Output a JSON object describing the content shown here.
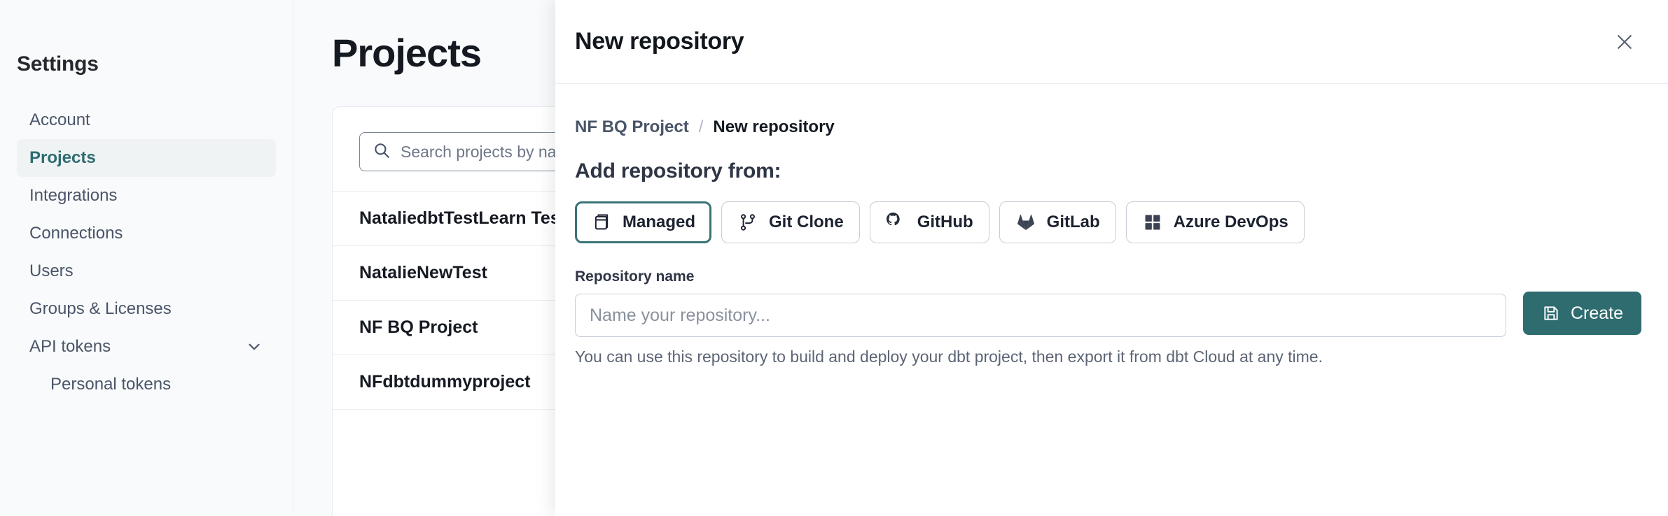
{
  "sidebar": {
    "title": "Settings",
    "items": [
      {
        "label": "Account",
        "active": false,
        "sub": false,
        "chevron": false
      },
      {
        "label": "Projects",
        "active": true,
        "sub": false,
        "chevron": false
      },
      {
        "label": "Integrations",
        "active": false,
        "sub": false,
        "chevron": false
      },
      {
        "label": "Connections",
        "active": false,
        "sub": false,
        "chevron": false
      },
      {
        "label": "Users",
        "active": false,
        "sub": false,
        "chevron": false
      },
      {
        "label": "Groups & Licenses",
        "active": false,
        "sub": false,
        "chevron": false
      },
      {
        "label": "API tokens",
        "active": false,
        "sub": false,
        "chevron": true
      },
      {
        "label": "Personal tokens",
        "active": false,
        "sub": true,
        "chevron": false
      }
    ]
  },
  "main": {
    "page_title": "Projects",
    "search": {
      "placeholder": "Search projects by name...",
      "icon": "search-icon"
    },
    "projects": [
      {
        "name": "NataliedbtTestLearn Test"
      },
      {
        "name": "NatalieNewTest"
      },
      {
        "name": "NF BQ Project"
      },
      {
        "name": "NFdbtdummyproject"
      }
    ]
  },
  "modal": {
    "title": "New repository",
    "close_icon": "close-icon",
    "breadcrumb": {
      "parent": "NF BQ Project",
      "separator": "/",
      "current": "New repository"
    },
    "section_heading": "Add repository from:",
    "sources": [
      {
        "label": "Managed",
        "icon": "database-stack-icon",
        "selected": true
      },
      {
        "label": "Git Clone",
        "icon": "git-branch-icon",
        "selected": false
      },
      {
        "label": "GitHub",
        "icon": "github-icon",
        "selected": false
      },
      {
        "label": "GitLab",
        "icon": "gitlab-icon",
        "selected": false
      },
      {
        "label": "Azure DevOps",
        "icon": "azure-devops-icon",
        "selected": false
      }
    ],
    "repository_name": {
      "label": "Repository name",
      "placeholder": "Name your repository...",
      "value": ""
    },
    "helper_text": "You can use this repository to build and deploy your dbt project, then export it from dbt Cloud at any time.",
    "create_button": {
      "label": "Create",
      "icon": "save-icon"
    }
  },
  "colors": {
    "accent_teal": "#2E6C70",
    "selected_border": "#3A7376",
    "text_dark": "#151921",
    "text_muted": "#5C6575",
    "page_bg": "#F8FAFB",
    "border": "#E6EAEE"
  }
}
